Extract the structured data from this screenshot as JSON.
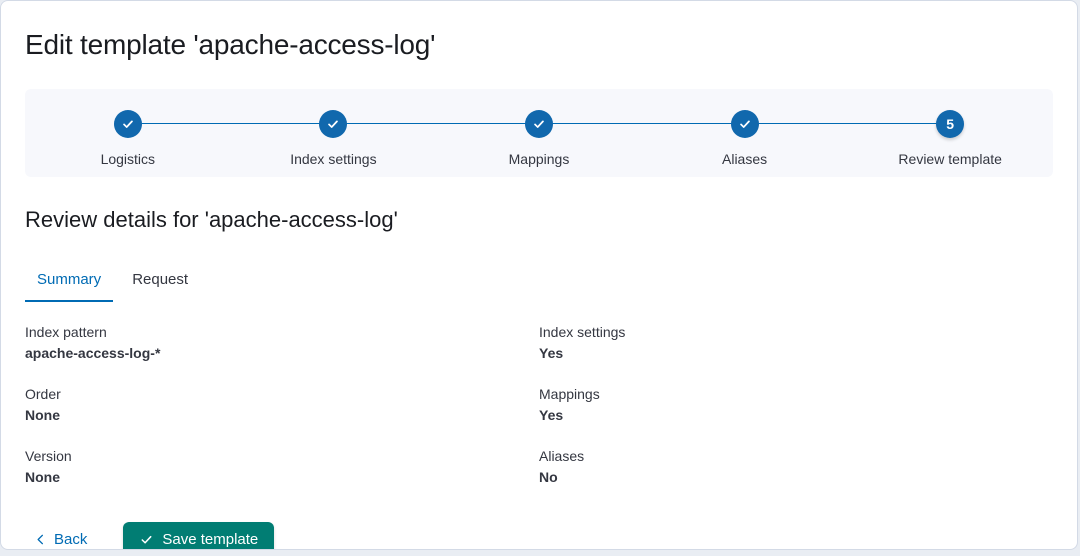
{
  "page": {
    "title": "Edit template 'apache-access-log'"
  },
  "stepper": {
    "steps": [
      {
        "label": "Logistics",
        "status": "complete"
      },
      {
        "label": "Index settings",
        "status": "complete"
      },
      {
        "label": "Mappings",
        "status": "complete"
      },
      {
        "label": "Aliases",
        "status": "complete"
      },
      {
        "label": "Review template",
        "status": "current",
        "number": "5"
      }
    ]
  },
  "review": {
    "heading": "Review details for 'apache-access-log'",
    "tabs": [
      {
        "label": "Summary",
        "active": true
      },
      {
        "label": "Request",
        "active": false
      }
    ],
    "summary": {
      "left": [
        {
          "term": "Index pattern",
          "value": "apache-access-log-*"
        },
        {
          "term": "Order",
          "value": "None"
        },
        {
          "term": "Version",
          "value": "None"
        }
      ],
      "right": [
        {
          "term": "Index settings",
          "value": "Yes"
        },
        {
          "term": "Mappings",
          "value": "Yes"
        },
        {
          "term": "Aliases",
          "value": "No"
        }
      ]
    }
  },
  "footer": {
    "back_label": "Back",
    "save_label": "Save template"
  },
  "icons": {
    "step_complete": "check-icon",
    "back": "chevron-left-icon",
    "save": "check-icon"
  },
  "colors": {
    "primary_blue": "#006BB4",
    "step_circle_blue": "#1168ad",
    "save_button_teal": "#017D73",
    "text_dark": "#343741",
    "heading_dark": "#1a1c21",
    "stepper_panel_bg": "#f7f8fc",
    "card_border": "#d3dae6",
    "page_bg": "#e9edf3"
  }
}
